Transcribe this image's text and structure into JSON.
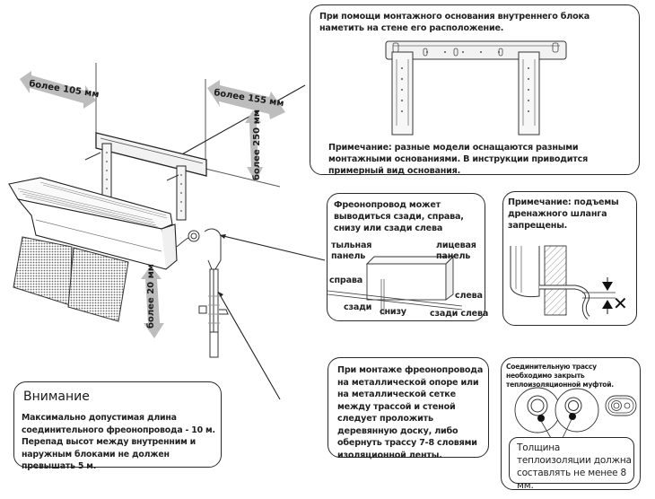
{
  "main_illustration": {
    "clearances": {
      "left": "более 105 мм",
      "right": "более 155 мм",
      "top": "более 250 мм",
      "bottom": "более 20 мм"
    }
  },
  "box_mounting_plate": {
    "instruction": "При помощи монтажного основания внутреннего блока наметить на стене его расположение.",
    "note": "Примечание: разные модели оснащаются разными монтажными основаниями. В инструкции приводится примерный вид основания."
  },
  "box_pipe_direction": {
    "text": "Фреонопровод может выводиться сзади, справа, снизу или сзади слева",
    "labels": {
      "back_panel": "тыльная панель",
      "front_panel": "лицевая панель",
      "right": "справа",
      "left": "слева",
      "back": "сзади",
      "bottom": "снизу",
      "back_left": "сзади слева"
    }
  },
  "box_drain_note": {
    "text": "Примечание: подъемы дренажного шланга запрещены.",
    "forbidden_mark": "✕"
  },
  "box_metal_support": {
    "text": "При монтаже фреонопровода на металлической опоре или на металлической сетке между трассой и стеной следует проложить деревянную доску, либо обернуть трассу 7-8 словями изоляционной ленты."
  },
  "box_insulation": {
    "header": "Соединительную трассу необходимо закрыть теплоизоляционной муфтой.",
    "inner_note": "Толщина теплоизоляции должна составлять не менее 8 мм."
  },
  "box_attention": {
    "title": "Внимание",
    "lines": [
      "Максимально допустимая длина",
      "соединительного фреонопровода - 10 м.",
      "Перепад высот между внутренним и",
      "наружным блоками не должен превышать 5 м."
    ]
  },
  "colors": {
    "arrow_fill": "#bdbdbd",
    "line": "#2a2a2a"
  }
}
